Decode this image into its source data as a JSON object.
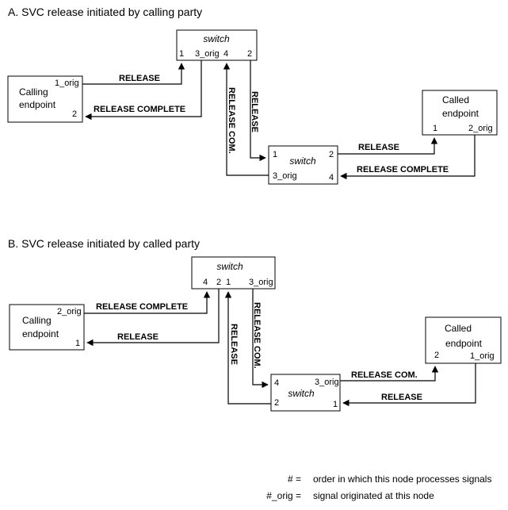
{
  "section_a": {
    "title": "A.   SVC release initiated by calling party",
    "switch_top": {
      "name": "switch",
      "p1": "1",
      "p3": "3_orig",
      "p4": "4",
      "p2": "2"
    },
    "calling": {
      "line1": "Calling",
      "line2": "endpoint",
      "p_orig": "1_orig",
      "p2": "2"
    },
    "switch_mid": {
      "name": "switch",
      "p1": "1",
      "p3": "3_orig",
      "p2": "2",
      "p4": "4"
    },
    "called": {
      "line1": "Called",
      "line2": "endpoint",
      "p1": "1",
      "p_orig": "2_orig"
    },
    "signals": {
      "release_top": "RELEASE",
      "release_complete_left": "RELEASE  COMPLETE",
      "release_vertical": "RELEASE",
      "release_com_vertical": "RELEASE COM.",
      "release_right": "RELEASE",
      "release_complete_right": "RELEASE COMPLETE"
    }
  },
  "section_b": {
    "title": "B.   SVC release initiated by called party",
    "switch_top": {
      "name": "switch",
      "p4": "4",
      "p2": "2",
      "p1": "1",
      "p3": "3_orig"
    },
    "calling": {
      "line1": "Calling",
      "line2": "endpoint",
      "p_orig": "2_orig",
      "p1": "1"
    },
    "switch_mid": {
      "name": "switch",
      "p4": "4",
      "p3": "3_orig",
      "p2": "2",
      "p1": "1"
    },
    "called": {
      "line1": "Called",
      "line2": "endpoint",
      "p2": "2",
      "p_orig": "1_orig"
    },
    "signals": {
      "release_complete_left": "RELEASE COMPLETE",
      "release_left": "RELEASE",
      "release_vertical": "RELEASE",
      "release_com_vertical": "RELEASE COM.",
      "release_com_right": "RELEASE COM.",
      "release_right": "RELEASE"
    }
  },
  "legend": {
    "key1": "# =",
    "val1": "order in which this node processes signals",
    "key2": "#_orig =",
    "val2": "signal originated at this node"
  }
}
